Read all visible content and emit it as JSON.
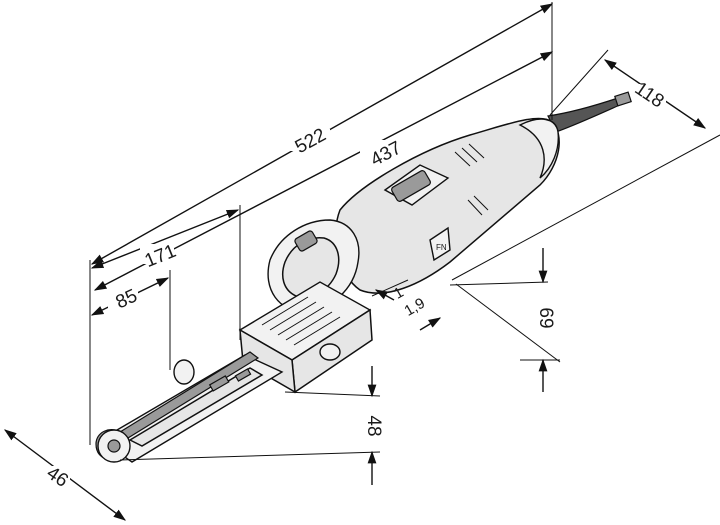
{
  "dimensions": {
    "overall_length": "522",
    "body_length": "437",
    "width": "118",
    "arm_length": "171",
    "belt_section": "85",
    "height_body": "69",
    "belt_height": "48",
    "base_width": "46",
    "belt_thickness": "1",
    "belt_thickness_b": "1,9"
  },
  "colors": {
    "line": "#111111",
    "housing": "#e6e6e6",
    "grip": "#9a9a9a",
    "cable": "#555555"
  },
  "icons": [
    "fein-logo-icon",
    "power-switch-icon"
  ]
}
